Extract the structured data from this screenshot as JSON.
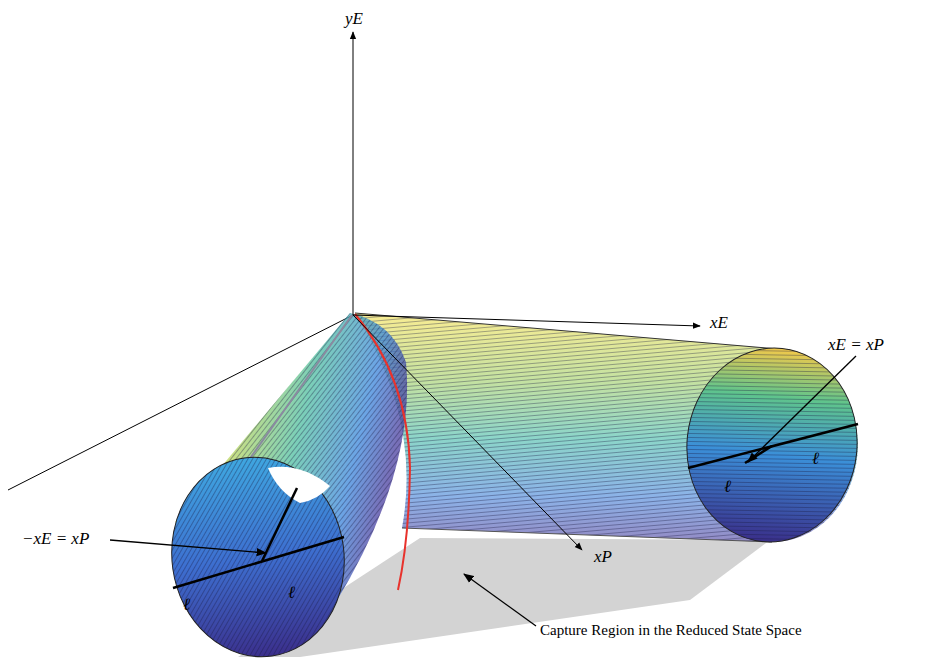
{
  "diagram": {
    "labels": [
      "yE",
      "xE",
      "xE = xP",
      "−xE = xP",
      "ℓ",
      "ℓ",
      "ℓ",
      "ℓ",
      "xP",
      "Capture Region in the Reduced State Space"
    ]
  }
}
